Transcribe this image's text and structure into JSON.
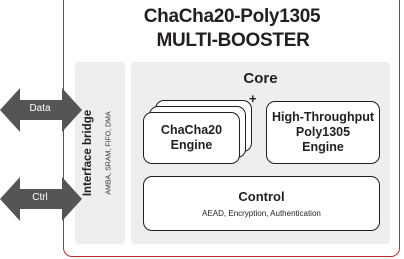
{
  "title": {
    "line1": "ChaCha20-Poly1305",
    "line2": "MULTI-BOOSTER"
  },
  "interface_bridge": {
    "title": "Interface bridge",
    "subtitle": "AMBA, SRAM, FIFO, DMA"
  },
  "core": {
    "title": "Core",
    "chacha_engine": "ChaCha20\nEngine",
    "plus": "+",
    "poly_engine": "High-Throughput\nPoly1305\nEngine"
  },
  "control": {
    "title": "Control",
    "subtitle": "AEAD, Encryption, Authentication"
  },
  "ports": {
    "data": "Data",
    "ctrl": "Ctrl"
  },
  "colors": {
    "frame": "#c1272d",
    "panel": "#eeeeee",
    "arrow": "#555555"
  }
}
